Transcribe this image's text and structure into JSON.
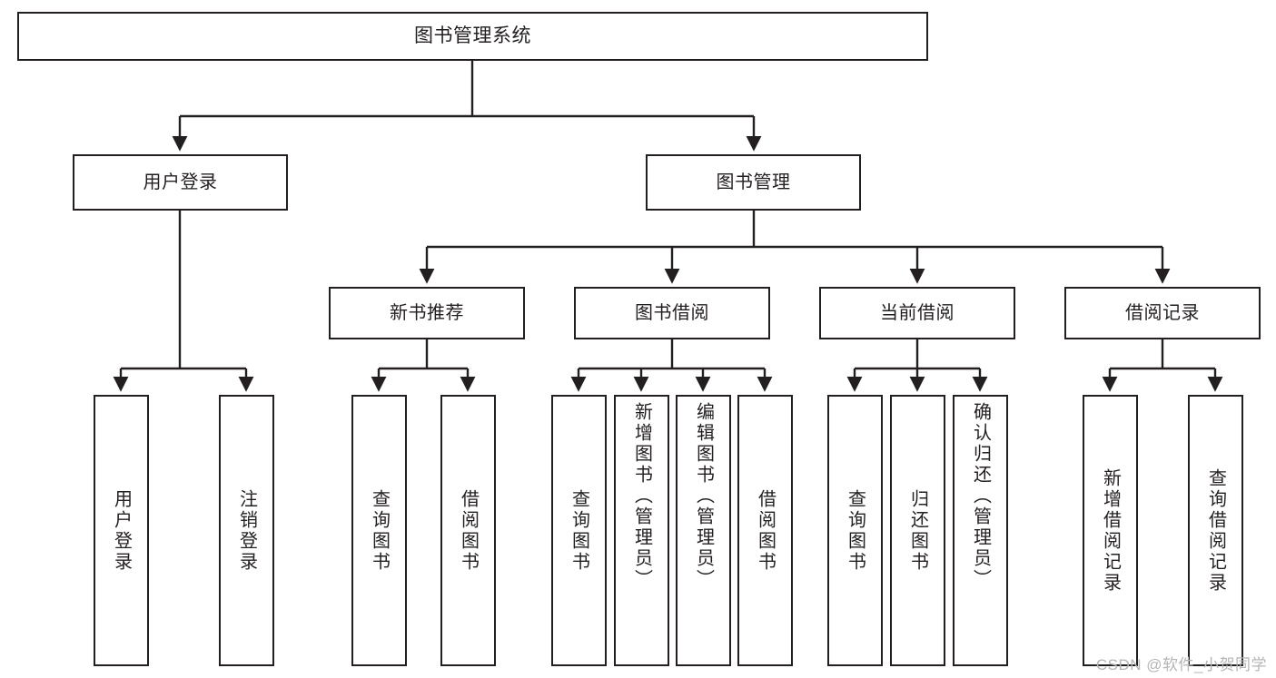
{
  "diagram": {
    "type": "tree-hierarchy-diagram",
    "title": "图书管理系统",
    "colors": {
      "stroke": "#231f20",
      "fill": "#ffffff",
      "background": "#ffffff",
      "watermark": "#b5b5b5"
    },
    "root": {
      "label": "图书管理系统"
    },
    "level1": [
      {
        "label": "用户登录"
      },
      {
        "label": "图书管理"
      }
    ],
    "level2": [
      {
        "label": "新书推荐"
      },
      {
        "label": "图书借阅"
      },
      {
        "label": "当前借阅"
      },
      {
        "label": "借阅记录"
      }
    ],
    "leaves": [
      {
        "label": "用户登录",
        "parent": "用户登录"
      },
      {
        "label": "注销登录",
        "parent": "用户登录"
      },
      {
        "label": "查询图书",
        "parent": "新书推荐"
      },
      {
        "label": "借阅图书",
        "parent": "新书推荐"
      },
      {
        "label": "查询图书",
        "parent": "图书借阅"
      },
      {
        "label": "新增图书（管理员）",
        "parent": "图书借阅"
      },
      {
        "label": "编辑图书（管理员）",
        "parent": "图书借阅"
      },
      {
        "label": "借阅图书",
        "parent": "图书借阅"
      },
      {
        "label": "查询图书",
        "parent": "当前借阅"
      },
      {
        "label": "归还图书",
        "parent": "当前借阅"
      },
      {
        "label": "确认归还（管理员）",
        "parent": "当前借阅"
      },
      {
        "label": "新增借阅记录",
        "parent": "借阅记录"
      },
      {
        "label": "查询借阅记录",
        "parent": "借阅记录"
      }
    ]
  },
  "watermark": {
    "text": "CSDN @软件_小贺同学"
  }
}
